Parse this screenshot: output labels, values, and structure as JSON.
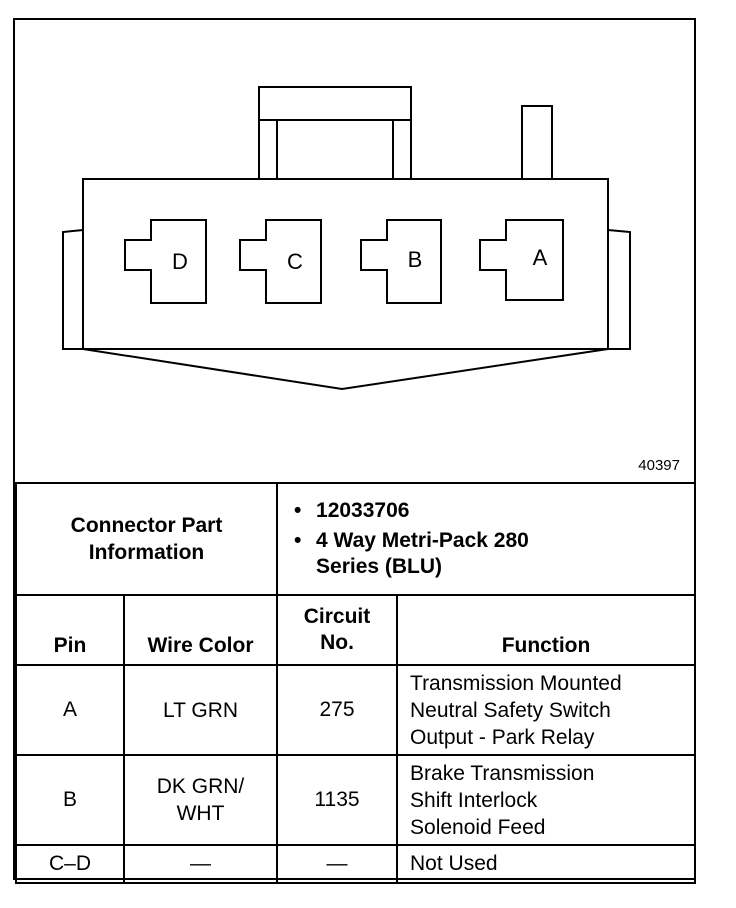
{
  "figure_number": "40397",
  "connector": {
    "pins": [
      "D",
      "C",
      "B",
      "A"
    ]
  },
  "part_info": {
    "label": "Connector Part Information",
    "items": [
      "12033706",
      "4 Way Metri-Pack 280 Series (BLU)"
    ]
  },
  "table": {
    "headers": {
      "pin": "Pin",
      "wire_color": "Wire Color",
      "circuit": "Circuit No.",
      "function": "Function"
    },
    "rows": [
      {
        "pin": "A",
        "wire_color": [
          "LT GRN"
        ],
        "circuit": "275",
        "function": [
          "Transmission Mounted",
          "Neutral Safety Switch",
          "Output - Park Relay"
        ]
      },
      {
        "pin": "B",
        "wire_color": [
          "DK GRN/",
          "WHT"
        ],
        "circuit": "1135",
        "function": [
          "Brake Transmission",
          "Shift Interlock",
          "Solenoid Feed"
        ]
      },
      {
        "pin": "C–D",
        "wire_color": [
          "—"
        ],
        "circuit": "—",
        "function": [
          "Not Used"
        ]
      }
    ]
  }
}
